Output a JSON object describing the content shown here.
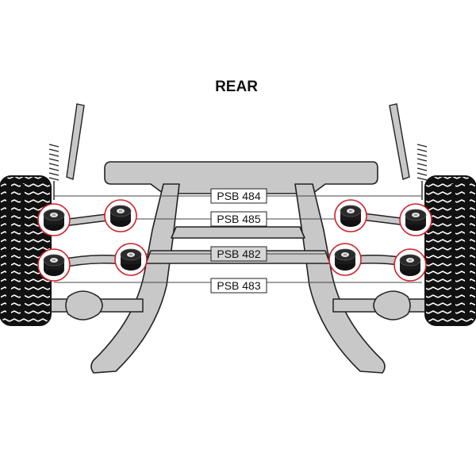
{
  "diagram": {
    "title": "REAR",
    "part_labels": [
      "PSB 484",
      "PSB 485",
      "PSB 482",
      "PSB 483"
    ],
    "colors": {
      "frame_fill": "#c8c8c8",
      "outline": "#222222",
      "tyre": "#111111",
      "callout_ring": "#d0202a",
      "bushing": "#1a1a1a",
      "leader_line": "#444444"
    }
  }
}
